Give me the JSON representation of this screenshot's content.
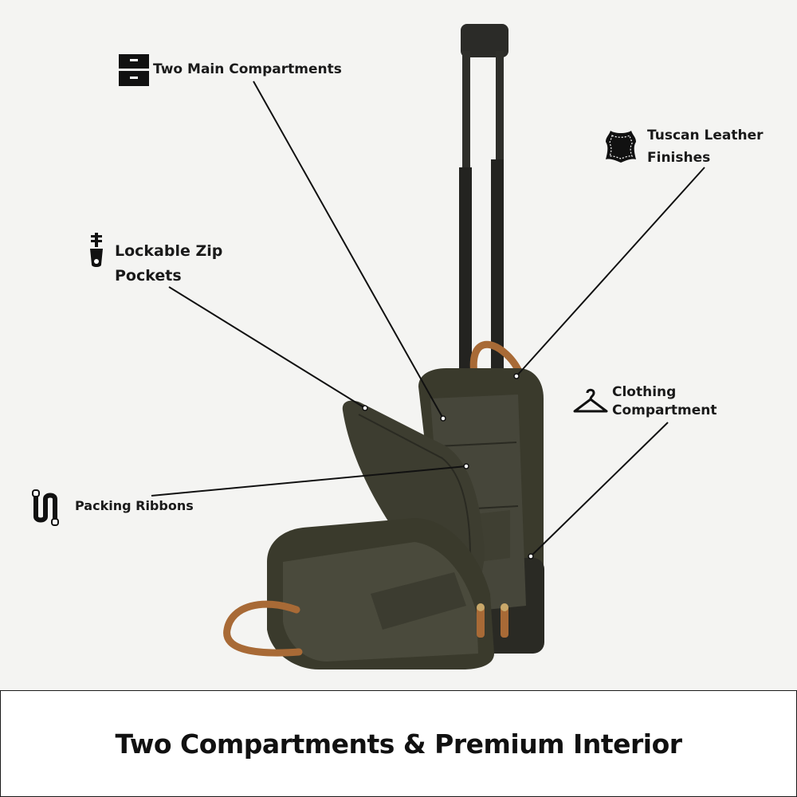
{
  "callouts": {
    "two_main_compartments": {
      "label": "Two Main Compartments",
      "icon": "drawer-icon"
    },
    "tuscan_leather": {
      "line1": "Tuscan Leather",
      "line2": "Finishes",
      "icon": "leather-hide-icon"
    },
    "lockable_zip": {
      "line1": "Lockable Zip",
      "line2": "Pockets",
      "icon": "zipper-pull-icon"
    },
    "clothing_compartment": {
      "line1": "Clothing",
      "line2": "Compartment",
      "icon": "hanger-icon"
    },
    "packing_ribbons": {
      "label": "Packing Ribbons",
      "icon": "ribbon-strap-icon"
    }
  },
  "footer": {
    "title": "Two Compartments & Premium Interior"
  },
  "colors": {
    "background": "#f4f4f2",
    "bag": "#3a3a2c",
    "leather": "#a86a36",
    "text": "#1a1a1a"
  }
}
